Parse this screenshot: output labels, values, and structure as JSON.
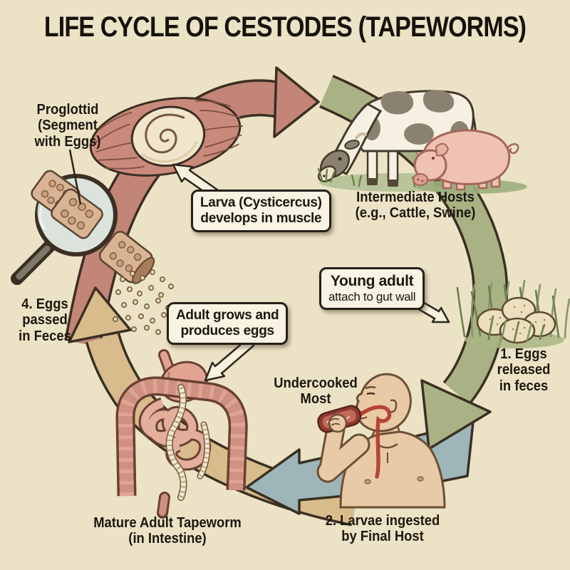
{
  "title": "LIFE CYCLE OF CESTODES (TAPEWORMS)",
  "labels": {
    "proglottid": [
      "Proglottid",
      "(Segment",
      "with Eggs)"
    ],
    "intermediate_hosts": [
      "Intermediate Hosts",
      "(e.g., Cattle, Swine)"
    ],
    "eggs_released": [
      "1. Eggs",
      "released",
      "in feces"
    ],
    "undercooked": [
      "Undercooked",
      "Most"
    ],
    "larvae_ingested": [
      "2. Larvae ingested",
      "by Final Host"
    ],
    "mature_adult": [
      "Mature Adult Tapeworm",
      "(in Intestine)"
    ],
    "eggs_passed": [
      "4. Eggs",
      "passed",
      "in Feces"
    ]
  },
  "callouts": {
    "larva": [
      "Larva (Cysticercus)",
      "develops in muscle"
    ],
    "adult_grows": [
      "Adult grows and",
      "produces eggs"
    ],
    "young_adult": {
      "title": "Young adult",
      "subtitle": "attach to gut wall"
    }
  },
  "illustrations": {
    "cow": "cow grazing",
    "pig": "pig",
    "muscle": "cysticercus larva encysted in muscle tissue",
    "magnifier": "magnified proglottid segments releasing eggs",
    "eggs_grass": "eggs in grass",
    "human": "person eating undercooked meat",
    "intestine": "intestine with adult tapeworm"
  },
  "colors": {
    "background": "#ece3c6",
    "band_red": "#c28577",
    "band_green": "#a8b284",
    "band_tan": "#d9bc8c",
    "arrow_blue": "#9eb6b9",
    "outline": "#3b2f23",
    "callout_bg": "#f8f3e2",
    "text": "#1c1710"
  }
}
